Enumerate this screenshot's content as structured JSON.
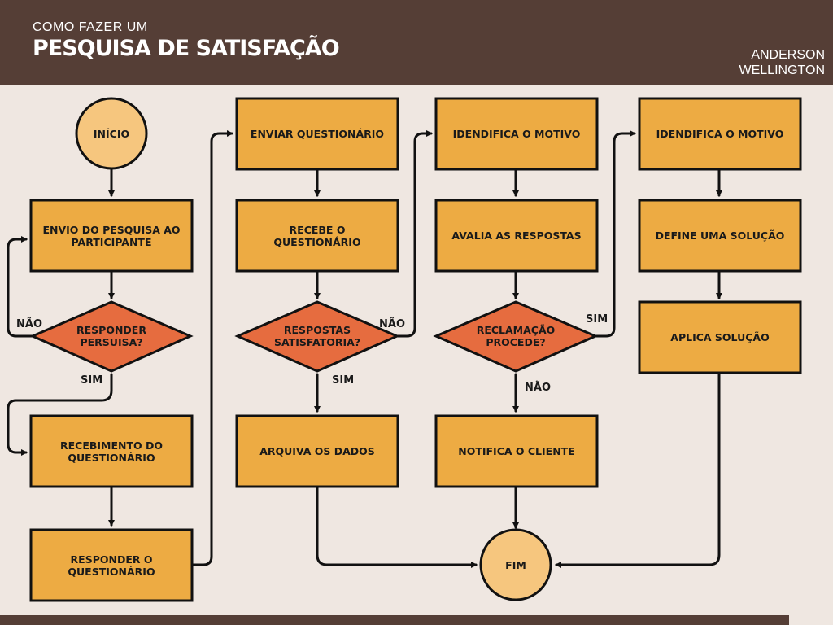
{
  "header": {
    "subtitle": "COMO FAZER UM",
    "title": "PESQUISA DE SATISFAÇÃO",
    "author_line1": "ANDERSON",
    "author_line2": "WELLINGTON"
  },
  "colors": {
    "header_bg": "#553e36",
    "page_bg": "#efe7e1",
    "process_fill": "#edab43",
    "decision_fill": "#e66c3f",
    "terminal_fill": "#f6c67e",
    "stroke": "#111111"
  },
  "nodes": {
    "inicio": "INÍCIO",
    "envio": "ENVIO DO PESQUISA AO PARTICIPANTE",
    "responder_q": "RESPONDER PERSUISA?",
    "recebimento": "RECEBIMENTO DO QUESTIONÁRIO",
    "responder": "RESPONDER O QUESTIONÁRIO",
    "enviar": "ENVIAR QUESTIONÁRIO",
    "recebe": "RECEBE O QUESTIONÁRIO",
    "satisfatoria_q": "RESPOSTAS SATISFATORIA?",
    "arquiva": "ARQUIVA OS DADOS",
    "identifica1": "IDENDIFICA O MOTIVO",
    "avalia": "AVALIA AS RESPOSTAS",
    "reclamacao_q": "RECLAMAÇÃO PROCEDE?",
    "notifica": "NOTIFICA O CLIENTE",
    "identifica2": "IDENDIFICA O MOTIVO",
    "define": "DEFINE UMA SOLUÇÃO",
    "aplica": "APLICA SOLUÇÃO",
    "fim": "FIM"
  },
  "edge_labels": {
    "nao_1": "NÃO",
    "sim_1": "SIM",
    "nao_2": "NÃO",
    "sim_2": "SIM",
    "sim_3": "SIM",
    "nao_3": "NÃO"
  }
}
